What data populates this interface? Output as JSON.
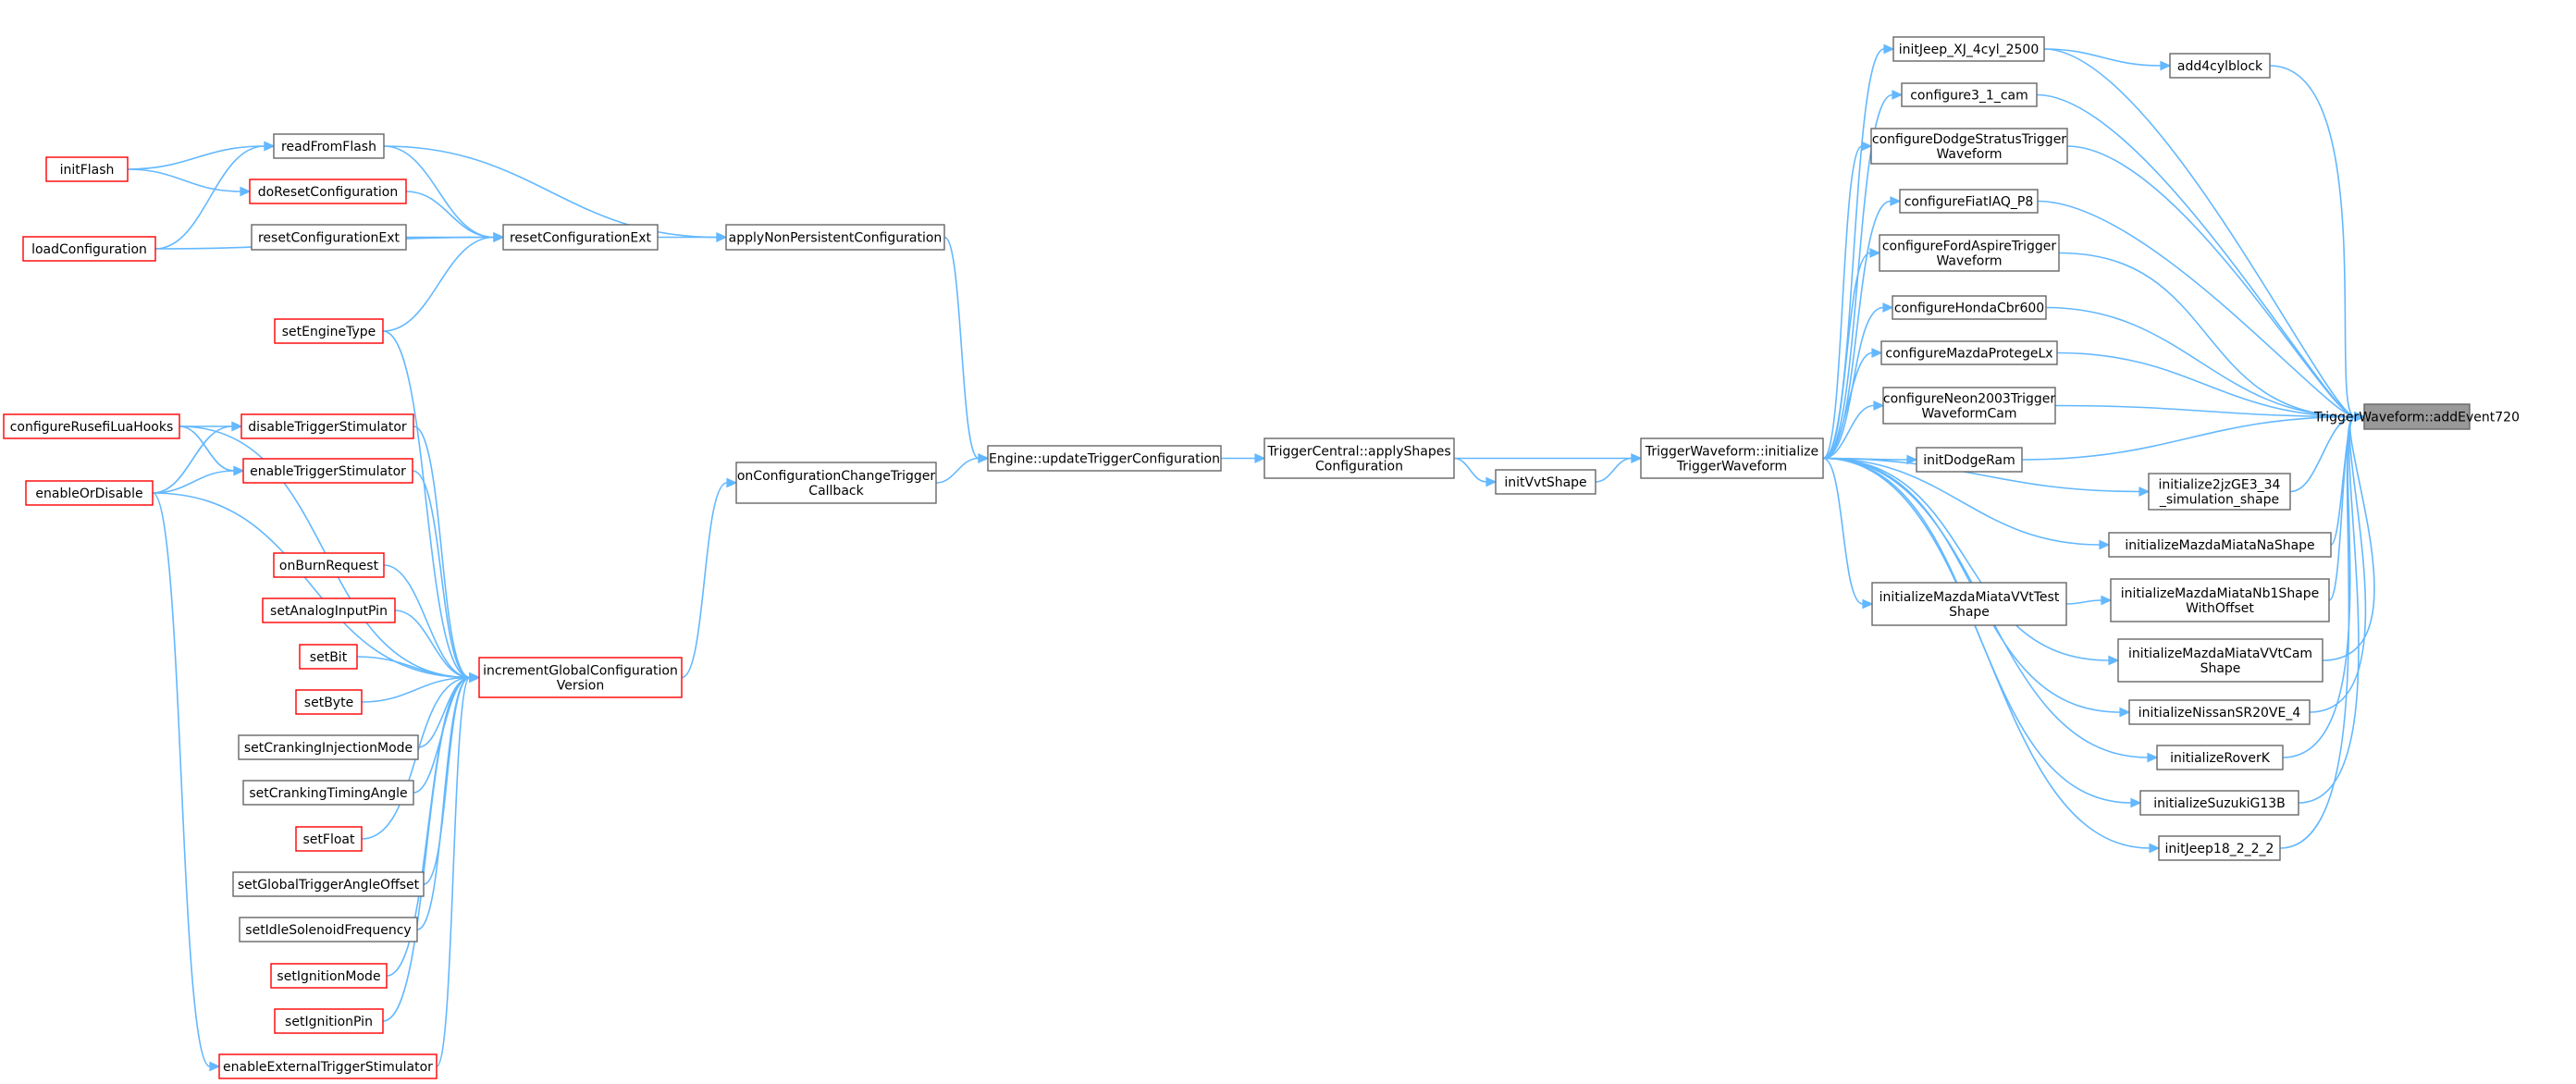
{
  "diagram": {
    "nodes": [
      {
        "id": "addEvent720",
        "lines": [
          "TriggerWaveform::addEvent720"
        ],
        "style": "root"
      },
      {
        "id": "add4cylblock",
        "lines": [
          "add4cylblock"
        ],
        "style": "normal"
      },
      {
        "id": "initJeep_XJ",
        "lines": [
          "initJeep_XJ_4cyl_2500"
        ],
        "style": "normal"
      },
      {
        "id": "configure3_1_cam",
        "lines": [
          "configure3_1_cam"
        ],
        "style": "normal"
      },
      {
        "id": "configureDodgeStratus",
        "lines": [
          "configureDodgeStratusTrigger",
          "Waveform"
        ],
        "style": "normal"
      },
      {
        "id": "configureFiatIAQ_P8",
        "lines": [
          "configureFiatIAQ_P8"
        ],
        "style": "normal"
      },
      {
        "id": "configureFordAspire",
        "lines": [
          "configureFordAspireTrigger",
          "Waveform"
        ],
        "style": "normal"
      },
      {
        "id": "configureHondaCbr600",
        "lines": [
          "configureHondaCbr600"
        ],
        "style": "normal"
      },
      {
        "id": "configureMazdaProtegeLx",
        "lines": [
          "configureMazdaProtegeLx"
        ],
        "style": "normal"
      },
      {
        "id": "configureNeon2003",
        "lines": [
          "configureNeon2003Trigger",
          "WaveformCam"
        ],
        "style": "normal"
      },
      {
        "id": "initDodgeRam",
        "lines": [
          "initDodgeRam"
        ],
        "style": "normal"
      },
      {
        "id": "initialize2jzGE3_34",
        "lines": [
          "initialize2jzGE3_34",
          "_simulation_shape"
        ],
        "style": "normal"
      },
      {
        "id": "initializeMazdaMiataNaShape",
        "lines": [
          "initializeMazdaMiataNaShape"
        ],
        "style": "normal"
      },
      {
        "id": "initializeMazdaMiataVVtTest",
        "lines": [
          "initializeMazdaMiataVVtTest",
          "Shape"
        ],
        "style": "normal"
      },
      {
        "id": "initializeMazdaMiataNb1",
        "lines": [
          "initializeMazdaMiataNb1Shape",
          "WithOffset"
        ],
        "style": "normal"
      },
      {
        "id": "initializeMazdaMiataVVtCam",
        "lines": [
          "initializeMazdaMiataVVtCam",
          "Shape"
        ],
        "style": "normal"
      },
      {
        "id": "initializeNissanSR20VE_4",
        "lines": [
          "initializeNissanSR20VE_4"
        ],
        "style": "normal"
      },
      {
        "id": "initializeRoverK",
        "lines": [
          "initializeRoverK"
        ],
        "style": "normal"
      },
      {
        "id": "initializeSuzukiG13B",
        "lines": [
          "initializeSuzukiG13B"
        ],
        "style": "normal"
      },
      {
        "id": "initJeep18",
        "lines": [
          "initJeep18_2_2_2"
        ],
        "style": "normal"
      },
      {
        "id": "initializeTriggerWaveform",
        "lines": [
          "TriggerWaveform::initialize",
          "TriggerWaveform"
        ],
        "style": "normal"
      },
      {
        "id": "initVvtShape",
        "lines": [
          "initVvtShape"
        ],
        "style": "normal"
      },
      {
        "id": "applyShapesConfiguration",
        "lines": [
          "TriggerCentral::applyShapes",
          "Configuration"
        ],
        "style": "normal"
      },
      {
        "id": "updateTriggerConfiguration",
        "lines": [
          "Engine::updateTriggerConfiguration"
        ],
        "style": "normal"
      },
      {
        "id": "applyNonPersistentConfiguration",
        "lines": [
          "applyNonPersistentConfiguration"
        ],
        "style": "normal"
      },
      {
        "id": "onConfigurationChangeTriggerCallback",
        "lines": [
          "onConfigurationChangeTrigger",
          "Callback"
        ],
        "style": "normal"
      },
      {
        "id": "readFromFlash",
        "lines": [
          "readFromFlash"
        ],
        "style": "normal"
      },
      {
        "id": "resetConfigurationExt",
        "lines": [
          "resetConfigurationExt"
        ],
        "style": "normal"
      },
      {
        "id": "resetConfigurationExt2",
        "lines": [
          "resetConfigurationExt"
        ],
        "style": "normal"
      },
      {
        "id": "initFlash",
        "lines": [
          "initFlash"
        ],
        "style": "truncated"
      },
      {
        "id": "doResetConfiguration",
        "lines": [
          "doResetConfiguration"
        ],
        "style": "truncated"
      },
      {
        "id": "loadConfiguration",
        "lines": [
          "loadConfiguration"
        ],
        "style": "truncated"
      },
      {
        "id": "setEngineType",
        "lines": [
          "setEngineType"
        ],
        "style": "truncated"
      },
      {
        "id": "incrementGlobalConfigurationVersion",
        "lines": [
          "incrementGlobalConfiguration",
          "Version"
        ],
        "style": "truncated"
      },
      {
        "id": "configureRusefiLuaHooks",
        "lines": [
          "configureRusefiLuaHooks"
        ],
        "style": "truncated"
      },
      {
        "id": "disableTriggerStimulator",
        "lines": [
          "disableTriggerStimulator"
        ],
        "style": "truncated"
      },
      {
        "id": "enableTriggerStimulator",
        "lines": [
          "enableTriggerStimulator"
        ],
        "style": "truncated"
      },
      {
        "id": "enableOrDisable",
        "lines": [
          "enableOrDisable"
        ],
        "style": "truncated"
      },
      {
        "id": "onBurnRequest",
        "lines": [
          "onBurnRequest"
        ],
        "style": "truncated"
      },
      {
        "id": "setAnalogInputPin",
        "lines": [
          "setAnalogInputPin"
        ],
        "style": "truncated"
      },
      {
        "id": "setBit",
        "lines": [
          "setBit"
        ],
        "style": "truncated"
      },
      {
        "id": "setByte",
        "lines": [
          "setByte"
        ],
        "style": "truncated"
      },
      {
        "id": "setCrankingInjectionMode",
        "lines": [
          "setCrankingInjectionMode"
        ],
        "style": "normal"
      },
      {
        "id": "setCrankingTimingAngle",
        "lines": [
          "setCrankingTimingAngle"
        ],
        "style": "normal"
      },
      {
        "id": "setFloat",
        "lines": [
          "setFloat"
        ],
        "style": "truncated"
      },
      {
        "id": "setGlobalTriggerAngleOffset",
        "lines": [
          "setGlobalTriggerAngleOffset"
        ],
        "style": "normal"
      },
      {
        "id": "setIdleSolenoidFrequency",
        "lines": [
          "setIdleSolenoidFrequency"
        ],
        "style": "normal"
      },
      {
        "id": "setIgnitionMode",
        "lines": [
          "setIgnitionMode"
        ],
        "style": "truncated"
      },
      {
        "id": "setIgnitionPin",
        "lines": [
          "setIgnitionPin"
        ],
        "style": "truncated"
      },
      {
        "id": "enableExternalTriggerStimulator",
        "lines": [
          "enableExternalTriggerStimulator"
        ],
        "style": "truncated"
      }
    ],
    "edges": [
      [
        "add4cylblock",
        "addEvent720"
      ],
      [
        "initJeep_XJ",
        "addEvent720"
      ],
      [
        "configure3_1_cam",
        "addEvent720"
      ],
      [
        "configureDodgeStratus",
        "addEvent720"
      ],
      [
        "configureFiatIAQ_P8",
        "addEvent720"
      ],
      [
        "configureFordAspire",
        "addEvent720"
      ],
      [
        "configureHondaCbr600",
        "addEvent720"
      ],
      [
        "configureMazdaProtegeLx",
        "addEvent720"
      ],
      [
        "configureNeon2003",
        "addEvent720"
      ],
      [
        "initDodgeRam",
        "addEvent720"
      ],
      [
        "initialize2jzGE3_34",
        "addEvent720"
      ],
      [
        "initializeMazdaMiataNaShape",
        "addEvent720"
      ],
      [
        "initializeMazdaMiataNb1",
        "addEvent720"
      ],
      [
        "initializeMazdaMiataVVtCam",
        "addEvent720"
      ],
      [
        "initializeNissanSR20VE_4",
        "addEvent720"
      ],
      [
        "initializeRoverK",
        "addEvent720"
      ],
      [
        "initializeSuzukiG13B",
        "addEvent720"
      ],
      [
        "initJeep18",
        "addEvent720"
      ],
      [
        "initJeep_XJ",
        "add4cylblock"
      ],
      [
        "initializeMazdaMiataVVtTest",
        "initializeMazdaMiataNb1"
      ],
      [
        "initializeTriggerWaveform",
        "initJeep_XJ"
      ],
      [
        "initializeTriggerWaveform",
        "configure3_1_cam"
      ],
      [
        "initializeTriggerWaveform",
        "configureDodgeStratus"
      ],
      [
        "initializeTriggerWaveform",
        "configureFiatIAQ_P8"
      ],
      [
        "initializeTriggerWaveform",
        "configureFordAspire"
      ],
      [
        "initializeTriggerWaveform",
        "configureHondaCbr600"
      ],
      [
        "initializeTriggerWaveform",
        "configureMazdaProtegeLx"
      ],
      [
        "initializeTriggerWaveform",
        "configureNeon2003"
      ],
      [
        "initializeTriggerWaveform",
        "initDodgeRam"
      ],
      [
        "initializeTriggerWaveform",
        "initialize2jzGE3_34"
      ],
      [
        "initializeTriggerWaveform",
        "initializeMazdaMiataNaShape"
      ],
      [
        "initializeTriggerWaveform",
        "initializeMazdaMiataVVtTest"
      ],
      [
        "initializeTriggerWaveform",
        "initializeMazdaMiataVVtCam"
      ],
      [
        "initializeTriggerWaveform",
        "initializeNissanSR20VE_4"
      ],
      [
        "initializeTriggerWaveform",
        "initializeRoverK"
      ],
      [
        "initializeTriggerWaveform",
        "initializeSuzukiG13B"
      ],
      [
        "initializeTriggerWaveform",
        "initJeep18"
      ],
      [
        "applyShapesConfiguration",
        "initializeTriggerWaveform"
      ],
      [
        "initVvtShape",
        "initializeTriggerWaveform"
      ],
      [
        "applyShapesConfiguration",
        "initVvtShape"
      ],
      [
        "updateTriggerConfiguration",
        "applyShapesConfiguration"
      ],
      [
        "applyNonPersistentConfiguration",
        "updateTriggerConfiguration"
      ],
      [
        "onConfigurationChangeTriggerCallback",
        "updateTriggerConfiguration"
      ],
      [
        "readFromFlash",
        "applyNonPersistentConfiguration"
      ],
      [
        "resetConfigurationExt",
        "applyNonPersistentConfiguration"
      ],
      [
        "initFlash",
        "readFromFlash"
      ],
      [
        "loadConfiguration",
        "readFromFlash"
      ],
      [
        "initFlash",
        "doResetConfiguration"
      ],
      [
        "readFromFlash",
        "resetConfigurationExt"
      ],
      [
        "doResetConfiguration",
        "resetConfigurationExt"
      ],
      [
        "resetConfigurationExt2",
        "resetConfigurationExt"
      ],
      [
        "loadConfiguration",
        "resetConfigurationExt"
      ],
      [
        "setEngineType",
        "resetConfigurationExt"
      ],
      [
        "incrementGlobalConfigurationVersion",
        "onConfigurationChangeTriggerCallback"
      ],
      [
        "setEngineType",
        "incrementGlobalConfigurationVersion"
      ],
      [
        "configureRusefiLuaHooks",
        "incrementGlobalConfigurationVersion"
      ],
      [
        "disableTriggerStimulator",
        "incrementGlobalConfigurationVersion"
      ],
      [
        "enableTriggerStimulator",
        "incrementGlobalConfigurationVersion"
      ],
      [
        "enableOrDisable",
        "incrementGlobalConfigurationVersion"
      ],
      [
        "onBurnRequest",
        "incrementGlobalConfigurationVersion"
      ],
      [
        "setAnalogInputPin",
        "incrementGlobalConfigurationVersion"
      ],
      [
        "setBit",
        "incrementGlobalConfigurationVersion"
      ],
      [
        "setByte",
        "incrementGlobalConfigurationVersion"
      ],
      [
        "setCrankingInjectionMode",
        "incrementGlobalConfigurationVersion"
      ],
      [
        "setCrankingTimingAngle",
        "incrementGlobalConfigurationVersion"
      ],
      [
        "setFloat",
        "incrementGlobalConfigurationVersion"
      ],
      [
        "setGlobalTriggerAngleOffset",
        "incrementGlobalConfigurationVersion"
      ],
      [
        "setIdleSolenoidFrequency",
        "incrementGlobalConfigurationVersion"
      ],
      [
        "setIgnitionMode",
        "incrementGlobalConfigurationVersion"
      ],
      [
        "setIgnitionPin",
        "incrementGlobalConfigurationVersion"
      ],
      [
        "enableExternalTriggerStimulator",
        "incrementGlobalConfigurationVersion"
      ],
      [
        "configureRusefiLuaHooks",
        "disableTriggerStimulator"
      ],
      [
        "configureRusefiLuaHooks",
        "enableTriggerStimulator"
      ],
      [
        "enableOrDisable",
        "disableTriggerStimulator"
      ],
      [
        "enableOrDisable",
        "enableTriggerStimulator"
      ],
      [
        "enableOrDisable",
        "enableExternalTriggerStimulator"
      ]
    ]
  }
}
